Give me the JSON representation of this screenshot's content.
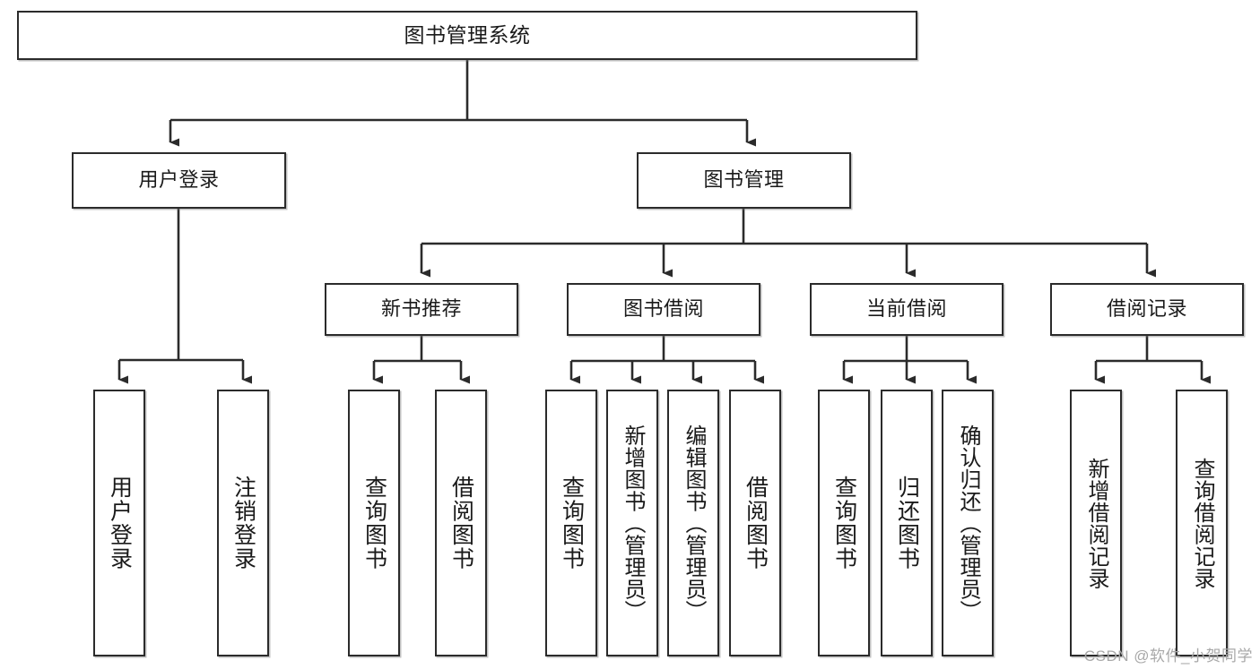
{
  "diagram": {
    "title": "图书管理系统",
    "watermark": "CSDN @软件_小贺同学",
    "stroke_color": "#2b2b2b",
    "fill_color": "#ffffff",
    "text_color": "#1a1a1a"
  },
  "nodes": {
    "root": {
      "label": "图书管理系统"
    },
    "level2": [
      {
        "label": "用户登录"
      },
      {
        "label": "图书管理"
      }
    ],
    "level3": [
      {
        "label": "新书推荐"
      },
      {
        "label": "图书借阅"
      },
      {
        "label": "当前借阅"
      },
      {
        "label": "借阅记录"
      }
    ],
    "leaves": {
      "user_login": [
        {
          "label": "用户登录"
        },
        {
          "label": "注销登录"
        }
      ],
      "new_book": [
        {
          "label": "查询图书"
        },
        {
          "label": "借阅图书"
        }
      ],
      "book_borrow": [
        {
          "label": "查询图书"
        },
        {
          "label": "新增图书（管理员）"
        },
        {
          "label": "编辑图书（管理员）"
        },
        {
          "label": "借阅图书"
        }
      ],
      "current_borrow": [
        {
          "label": "查询图书"
        },
        {
          "label": "归还图书"
        },
        {
          "label": "确认归还（管理员）"
        }
      ],
      "borrow_record": [
        {
          "label": "新增借阅记录"
        },
        {
          "label": "查询借阅记录"
        }
      ]
    }
  }
}
